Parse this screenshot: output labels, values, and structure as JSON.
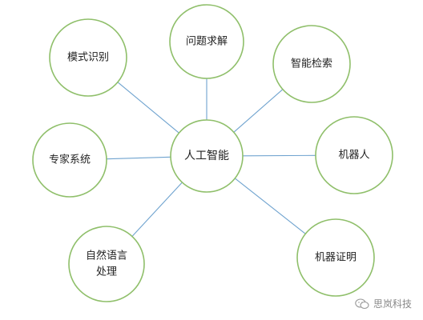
{
  "diagram": {
    "center": {
      "label": "人工智能"
    },
    "nodes": [
      {
        "id": "pattern-recognition",
        "label_lines": [
          "模式识别"
        ]
      },
      {
        "id": "problem-solving",
        "label_lines": [
          "问题求解"
        ]
      },
      {
        "id": "intelligent-search",
        "label_lines": [
          "智能检索"
        ]
      },
      {
        "id": "expert-system",
        "label_lines": [
          "专家系统"
        ]
      },
      {
        "id": "robot",
        "label_lines": [
          "机器人"
        ]
      },
      {
        "id": "natural-language-processing",
        "label_lines": [
          "自然语言",
          "处理"
        ]
      },
      {
        "id": "theorem-proving",
        "label_lines": [
          "机器证明"
        ]
      }
    ],
    "colors": {
      "circle_stroke": "#8fbf6a",
      "edge_stroke": "#6fa3cf",
      "text": "#222222"
    }
  },
  "watermark": {
    "text": "思岚科技",
    "icon": "wechat-icon"
  }
}
